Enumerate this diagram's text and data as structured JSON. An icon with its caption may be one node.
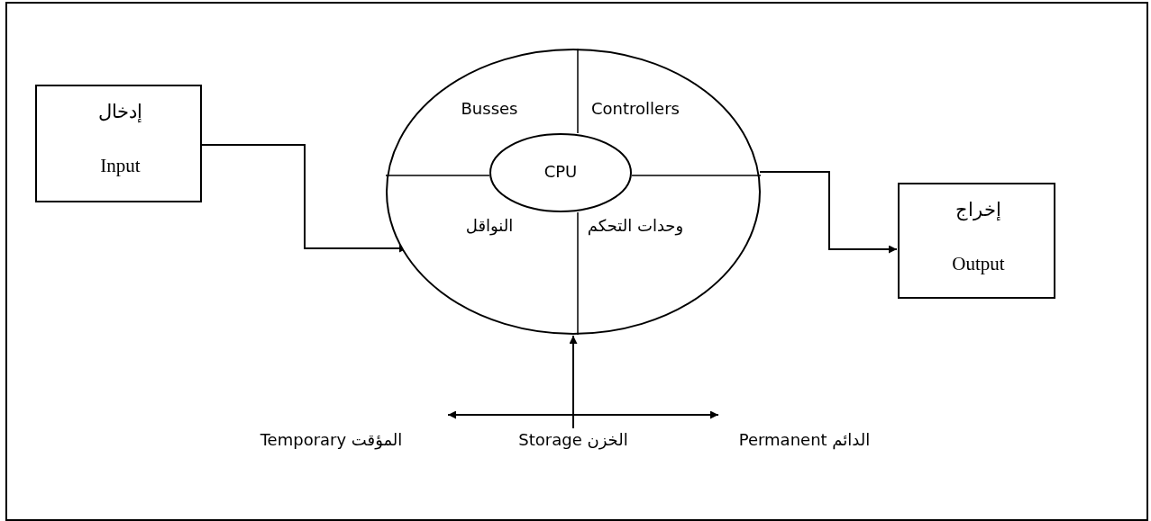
{
  "diagram": {
    "nodes": [
      {
        "text": [
          "إدخال",
          "Input"
        ]
      },
      {
        "text": [
          "Busses",
          "Controllers",
          "النواقل",
          "وحدات التحكم"
        ]
      },
      {
        "text": [
          "CPU"
        ],
        "in": 1
      },
      {
        "text": [
          "إخراج",
          "Output"
        ]
      },
      {
        "text": [
          "Storage الخزن"
        ]
      },
      {
        "text": [
          "Temporary المؤقت"
        ]
      },
      {
        "text": [
          "Permanent الدائم"
        ]
      }
    ],
    "edges": [
      {
        "from": 0,
        "to": 1,
        "arrow": "to"
      },
      {
        "from": 1,
        "to": 3,
        "arrow": "to"
      },
      {
        "from": 4,
        "to": 1,
        "arrow": "to"
      },
      {
        "from": 4,
        "to": 5,
        "arrow": "to"
      },
      {
        "from": 4,
        "to": 6,
        "arrow": "to"
      }
    ]
  }
}
